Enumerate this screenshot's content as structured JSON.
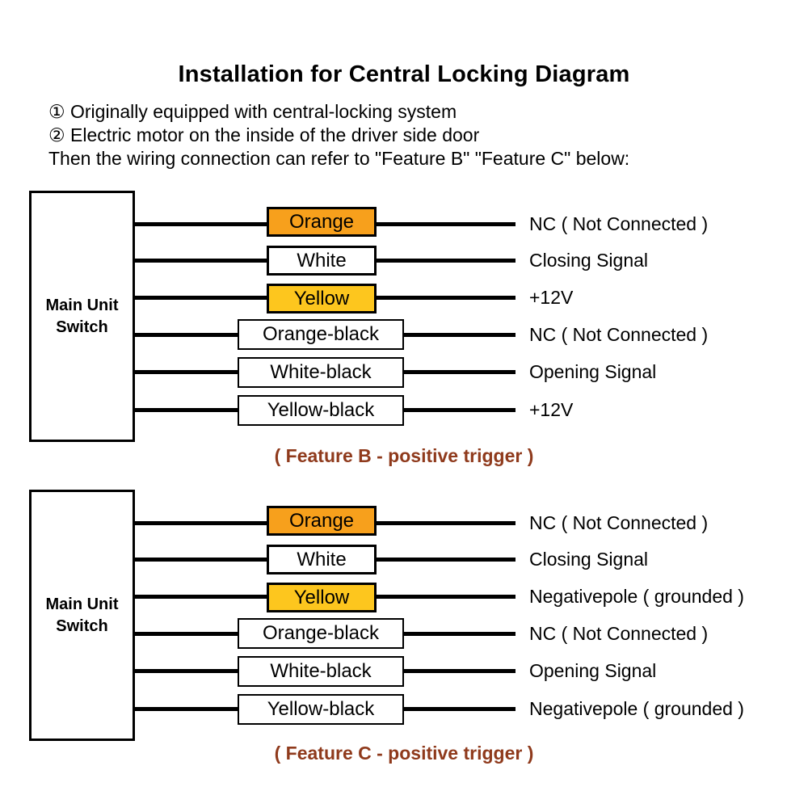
{
  "header": {
    "title": "Installation for Central Locking Diagram",
    "note1": "① Originally equipped with central-locking system",
    "note2": "② Electric motor on the inside of the driver side door",
    "note3": "Then the wiring connection can refer to \"Feature B\" \"Feature C\" below:"
  },
  "colors": {
    "orange_box": "#F7A01C",
    "yellow_box": "#FDC61E",
    "white_box": "#FFFFFF",
    "wire": "#000000",
    "caption_text": "#8F3A1C"
  },
  "diagrams": [
    {
      "name": "Feature B",
      "source_label": "Main Unit Switch",
      "caption": "( Feature B - positive trigger )",
      "wires": [
        {
          "label": "Orange",
          "fill": "orange_box",
          "signal": "NC ( Not Connected )"
        },
        {
          "label": "White",
          "fill": "white_box",
          "signal": "Closing Signal"
        },
        {
          "label": "Yellow",
          "fill": "yellow_box",
          "signal": "+12V"
        },
        {
          "label": "Orange-black",
          "fill": "white_box",
          "signal": "NC ( Not Connected )"
        },
        {
          "label": "White-black",
          "fill": "white_box",
          "signal": "Opening Signal"
        },
        {
          "label": "Yellow-black",
          "fill": "white_box",
          "signal": "+12V"
        }
      ]
    },
    {
      "name": "Feature C",
      "source_label": "Main Unit Switch",
      "caption": "( Feature C - positive trigger )",
      "wires": [
        {
          "label": "Orange",
          "fill": "orange_box",
          "signal": "NC ( Not Connected )"
        },
        {
          "label": "White",
          "fill": "white_box",
          "signal": "Closing Signal"
        },
        {
          "label": "Yellow",
          "fill": "yellow_box",
          "signal": "Negativepole ( grounded )"
        },
        {
          "label": "Orange-black",
          "fill": "white_box",
          "signal": "NC ( Not Connected )"
        },
        {
          "label": "White-black",
          "fill": "white_box",
          "signal": "Opening Signal"
        },
        {
          "label": "Yellow-black",
          "fill": "white_box",
          "signal": "Negativepole ( grounded )"
        }
      ]
    }
  ]
}
